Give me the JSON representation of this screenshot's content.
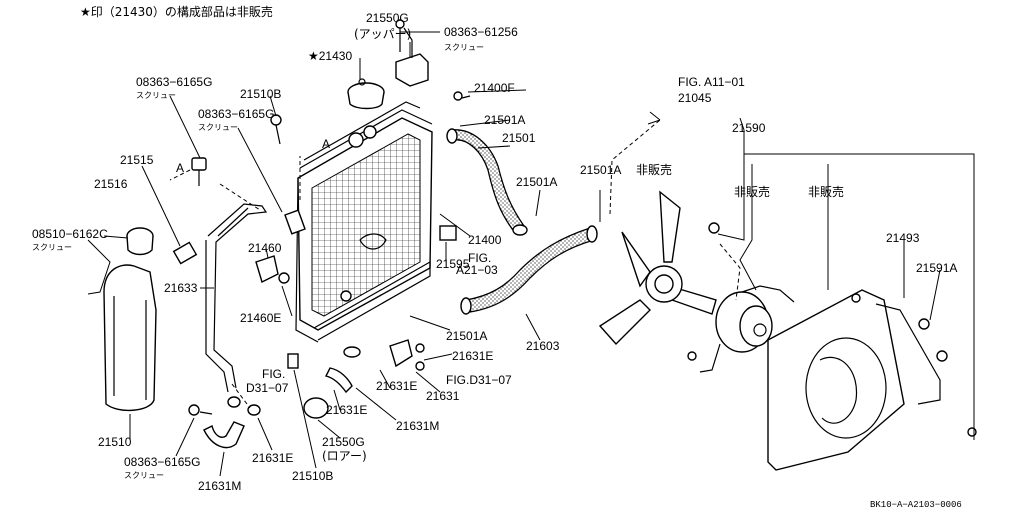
{
  "note": "★印（21430）の構成部品は非販売",
  "code": "BK10−A−A2103−0006",
  "labels": {
    "p21550G_top": "21550G",
    "p21550G_top_sub": "(アッパー)",
    "p08363_61256": "08363−61256",
    "p08363_61256_sub": "スクリュー",
    "p21430": "★21430",
    "p21400F": "21400F",
    "p08363_6165G_a": "08363−6165G",
    "p08363_6165G_a_sub": "スクリュー",
    "p21510B_top": "21510B",
    "p08363_6165G_b": "08363−6165G",
    "p08363_6165G_b_sub": "スクリュー",
    "fig_a11": "FIG. A11−01",
    "p21045": "21045",
    "p21501A_a": "21501A",
    "p21501": "21501",
    "p21590": "21590",
    "p21515": "21515",
    "p21516": "21516",
    "p21501A_b": "21501A",
    "p21501A_c": "21501A",
    "hihanbai_1": "非販売",
    "hihanbai_2": "非販売",
    "hihanbai_3": "非販売",
    "p08510_6162C": "08510−6162C",
    "p08510_6162C_sub": "スクリュー",
    "p21400": "21400",
    "p21460": "21460",
    "p21595": "21595",
    "fig_a21_a": "FIG.",
    "fig_a21_b": "A21−03",
    "p21493": "21493",
    "p21591A": "21591A",
    "p21633": "21633",
    "p21460E": "21460E",
    "p21501A_d": "21501A",
    "p21603": "21603",
    "p21631E_a": "21631E",
    "fig_d31_a1": "FIG.",
    "fig_d31_a2": "D31−07",
    "fig_d31_b": "FIG.D31−07",
    "p21631E_b": "21631E",
    "p21631": "21631",
    "p21631E_c": "21631E",
    "p21631M_a": "21631M",
    "p21510": "21510",
    "p08363_6165G_c": "08363−6165G",
    "p08363_6165G_c_sub": "スクリュー",
    "p21631E_d": "21631E",
    "p21550G_bot": "21550G",
    "p21550G_bot_sub": "(ロアー)",
    "p21631M_b": "21631M",
    "p21510B_bot": "21510B",
    "tag_a1": "A",
    "tag_a2": "A"
  }
}
